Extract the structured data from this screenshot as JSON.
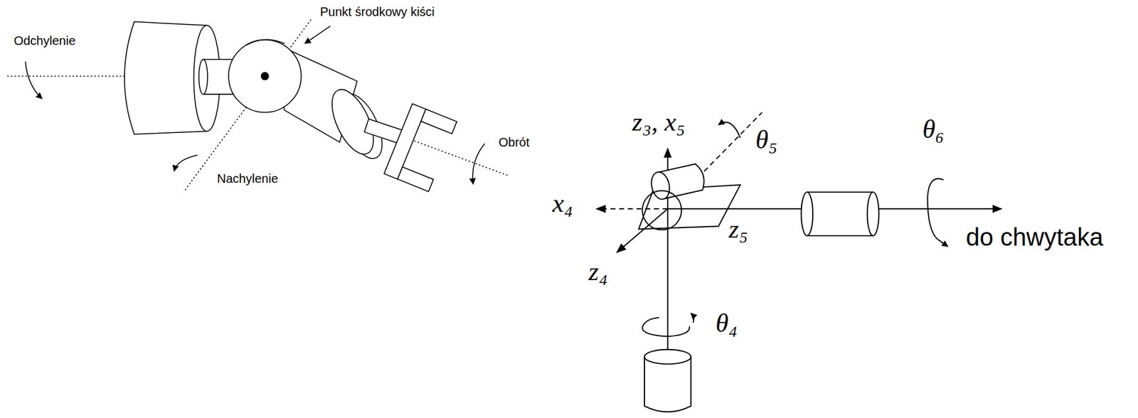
{
  "diagram": {
    "labels": [
      "Punkt środkowy kiści",
      "Odchylenie",
      "Nachylenie",
      "Obrót",
      "z₃, x₅",
      "θ₅",
      "θ₆",
      "x₄",
      "z₅",
      "z₄",
      "θ₄",
      "do chwytaka"
    ]
  }
}
